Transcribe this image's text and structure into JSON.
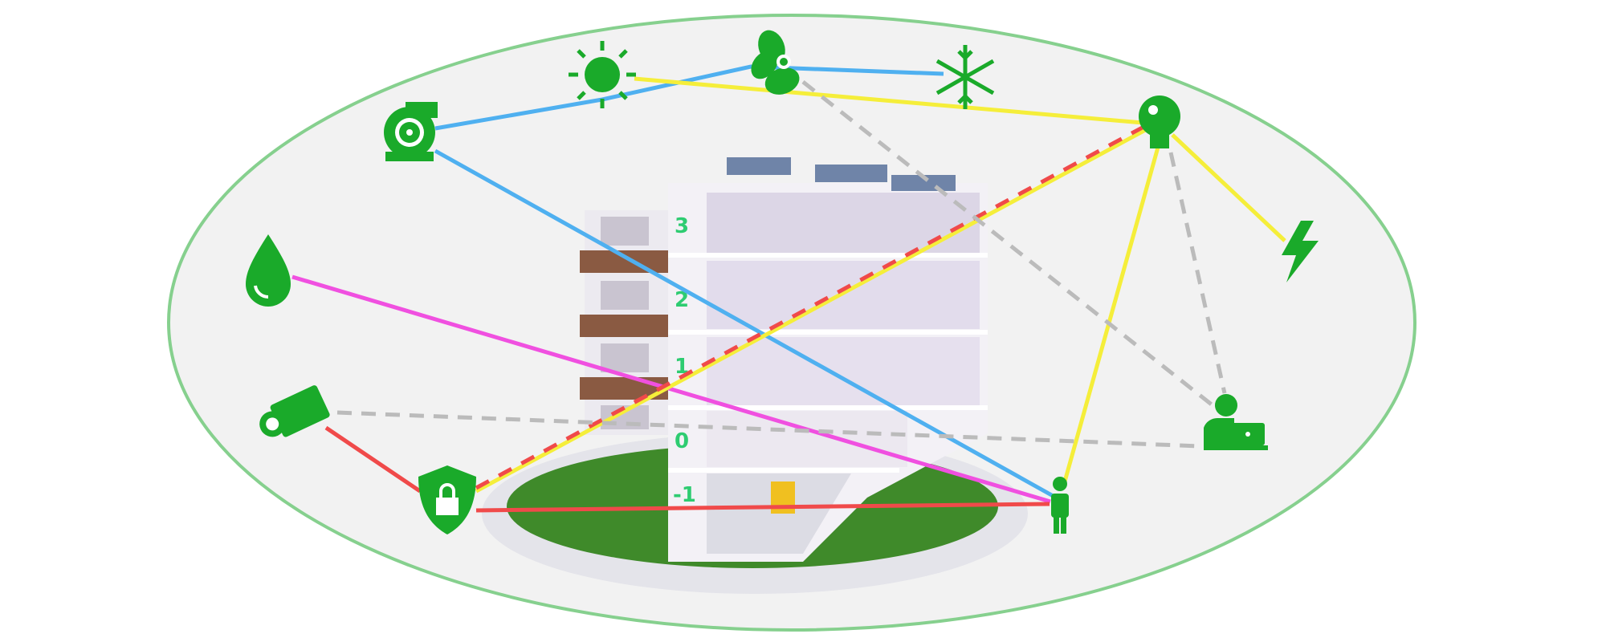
{
  "floors": [
    {
      "label": "3"
    },
    {
      "label": "2"
    },
    {
      "label": "1"
    },
    {
      "label": "0"
    },
    {
      "label": "-1"
    }
  ],
  "colors": {
    "icon": "#1aaa2a",
    "ellipse_stroke": "#86d08e",
    "ellipse_fill": "#f2f2f2",
    "link_blue": "#4fb0f0",
    "link_yellow": "#f5ee3a",
    "link_red": "#f04a4a",
    "link_magenta": "#f050e0",
    "link_gray": "#bbbbbb"
  },
  "icons": [
    "turbine-icon",
    "sun-icon",
    "fan-icon",
    "snowflake-icon",
    "light-bulb-icon",
    "lightning-icon",
    "water-drop-icon",
    "camera-icon",
    "security-shield-icon",
    "person-icon",
    "user-laptop-icon"
  ]
}
